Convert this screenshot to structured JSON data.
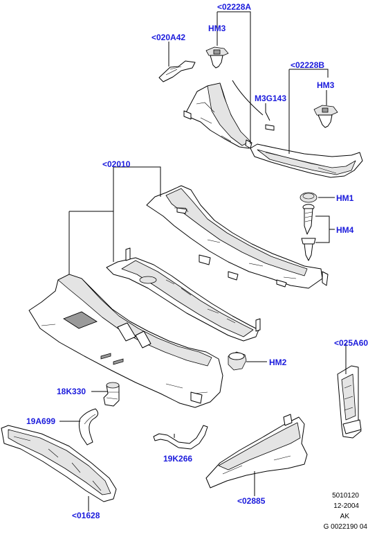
{
  "labels": {
    "l02228A": "<02228A",
    "hm3_a": "HM3",
    "l020A42": "<020A42",
    "l02228B": "<02228B",
    "m3g143": "M3G143",
    "hm3_b": "HM3",
    "l02010": "<02010",
    "hm1": "HM1",
    "hm4": "HM4",
    "hm2": "HM2",
    "l025A60": "<025A60",
    "l18K330": "18K330",
    "l19A699": "19A699",
    "l19K266": "19K266",
    "l02885": "<02885",
    "l01628": "<01628"
  },
  "footer": {
    "line1": "5010120",
    "line2": "12-2004",
    "line3": "AK",
    "line4": "G 0022190 04"
  },
  "colors": {
    "label": "#1a1adc",
    "line": "#000000"
  }
}
